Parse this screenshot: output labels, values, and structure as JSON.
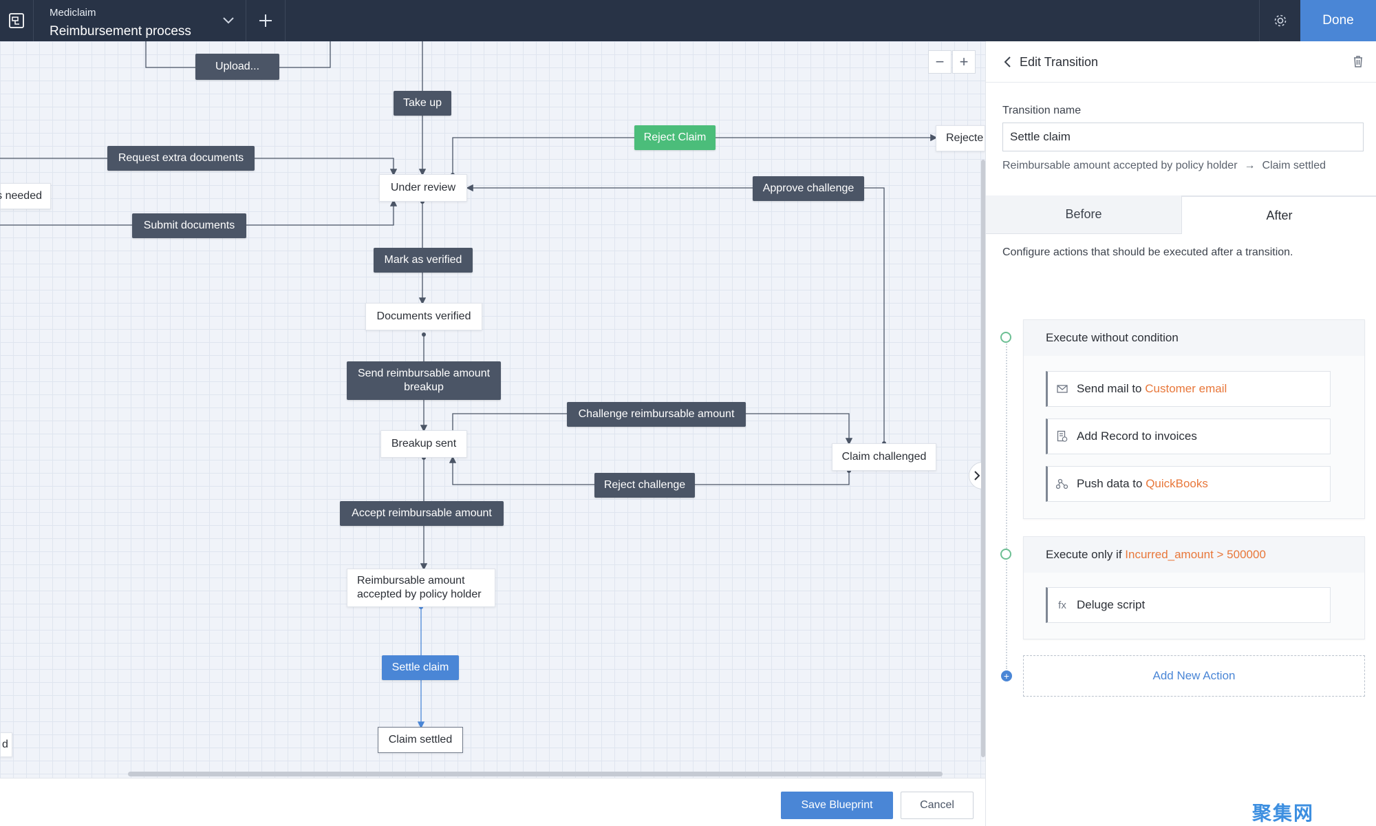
{
  "header": {
    "app_small": "Mediclaim",
    "process_name": "Reimbursement process",
    "done_label": "Done",
    "bg_color": "#283346",
    "accent_color": "#4a86d6"
  },
  "canvas": {
    "zoom_out": "−",
    "zoom_in": "+",
    "transitions": {
      "upload": "Upload...",
      "take_up": "Take up",
      "reject_claim": "Reject Claim",
      "request_extra": "Request extra documents",
      "submit_docs": "Submit documents",
      "approve_challenge": "Approve challenge",
      "mark_verified": "Mark as verified",
      "send_breakup_l1": "Send reimbursable amount",
      "send_breakup_l2": "breakup",
      "challenge_amount": "Challenge reimbursable amount",
      "reject_challenge": "Reject challenge",
      "accept_amount": "Accept reimbursable amount",
      "settle_claim": "Settle claim"
    },
    "states": {
      "rejected": "Rejecte",
      "docs_needed": "s needed",
      "under_review": "Under review",
      "docs_verified": "Documents verified",
      "breakup_sent": "Breakup sent",
      "claim_challenged": "Claim challenged",
      "accepted_l1": "Reimbursable amount",
      "accepted_l2": "accepted by policy holder",
      "claim_settled": "Claim settled",
      "left_fragment": "d"
    }
  },
  "footer": {
    "save_label": "Save Blueprint",
    "cancel_label": "Cancel"
  },
  "panel": {
    "title": "Edit Transition",
    "name_label": "Transition name",
    "name_value": "Settle claim",
    "from_state": "Reimbursable amount accepted by policy holder",
    "arrow": "→",
    "to_state": "Claim settled",
    "tabs": [
      "Before",
      "After"
    ],
    "description": "Configure actions that should be executed after a transition.",
    "block1": {
      "title": "Execute without condition",
      "actions": [
        {
          "icon": "mail-icon",
          "label": "Send mail to ",
          "highlight": "Customer email"
        },
        {
          "icon": "record-icon",
          "label": "Add Record to invoices",
          "highlight": ""
        },
        {
          "icon": "integration-icon",
          "label": "Push data to ",
          "highlight": "QuickBooks"
        }
      ]
    },
    "block2": {
      "title_prefix": "Execute only if ",
      "condition": "Incurred_amount > 500000",
      "actions": [
        {
          "icon": "function-icon",
          "icon_text": "fx",
          "label": "Deluge script"
        }
      ]
    },
    "add_action": "Add New Action",
    "highlight_color": "#e8773a"
  },
  "watermark": "聚集网"
}
